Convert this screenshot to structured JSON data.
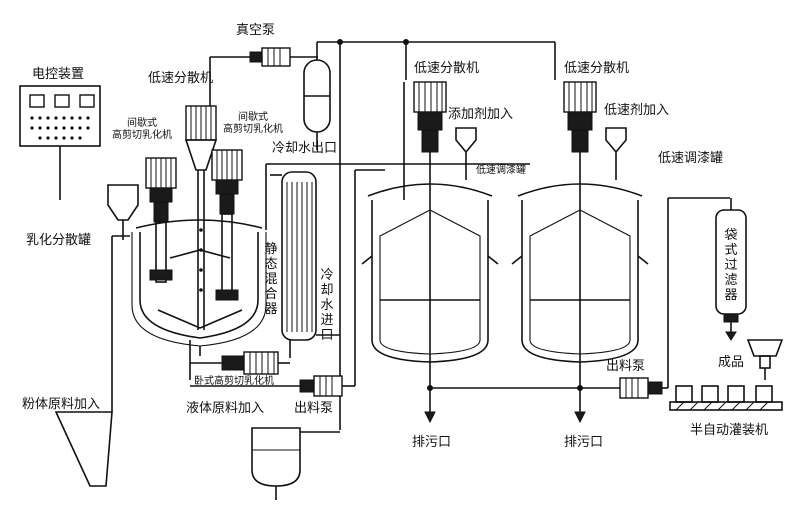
{
  "labels": {
    "vacuum_pump": "真空泵",
    "control_device": "电控装置",
    "low_speed_disperser_1": "低速分散机",
    "low_speed_disperser_2": "低速分散机",
    "low_speed_disperser_3": "低速分散机",
    "batch_emulsifier_1": "间歇式\n高剪切乳化机",
    "batch_emulsifier_2": "间歇式\n高剪切乳化机",
    "cooling_water_out": "冷却水出口",
    "cooling_water_in": "冷却水进口",
    "static_mixer": "静态混合器",
    "emulsify_tank": "乳化分散罐",
    "additive_in": "添加剂加入",
    "low_speed_agent_in": "低速剂加入",
    "paint_tank_1": "低速调漆罐",
    "paint_tank_2": "低速调漆罐",
    "bag_filter": "袋式过滤器",
    "powder_in": "粉体原料加入",
    "liquid_in": "液体原料加入",
    "horizontal_emulsifier": "卧式高剪切乳化机",
    "discharge_pump_1": "出料泵",
    "discharge_pump_2": "出料泵",
    "drain_1": "排污口",
    "drain_2": "排污口",
    "product": "成品",
    "filling_machine": "半自动灌装机"
  },
  "colors": {
    "line": "#111111",
    "background": "#ffffff"
  }
}
